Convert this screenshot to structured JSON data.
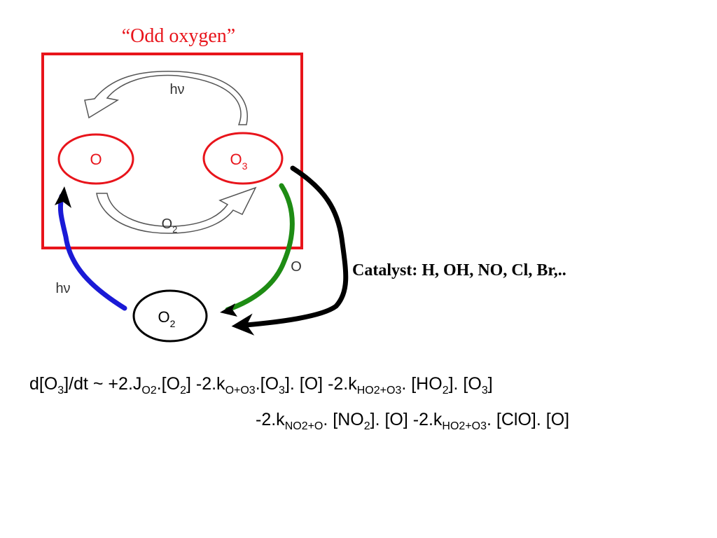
{
  "diagram": {
    "title": "“Odd oxygen”",
    "nodes": {
      "o_label": "O",
      "o3_base": "O",
      "o3_sub": "3",
      "o2_base": "O",
      "o2_sub": "2"
    },
    "arrows": {
      "top_label": "hν",
      "bottom_label_base": "O",
      "bottom_label_sub": "2",
      "left_label": "hν",
      "right_label": "O"
    },
    "catalyst": "Catalyst: H, OH, NO, Cl, Br,..",
    "colors": {
      "box": "#e8141b",
      "blue_arrow": "#1a1ad6",
      "green_arrow": "#1e8c14",
      "black_arrow": "#000000"
    }
  },
  "equation": {
    "line1": [
      {
        "t": "d[O"
      },
      {
        "s": "3"
      },
      {
        "t": "]/dt ~ +2.J"
      },
      {
        "s": "O2"
      },
      {
        "t": ".[O"
      },
      {
        "s": "2"
      },
      {
        "t": "] -2.k"
      },
      {
        "s": "O+O3"
      },
      {
        "t": ".[O"
      },
      {
        "s": "3"
      },
      {
        "t": "]. [O]  -2.k"
      },
      {
        "s": "HO2+O3"
      },
      {
        "t": ". [HO"
      },
      {
        "s": "2"
      },
      {
        "t": "]. [O"
      },
      {
        "s": "3"
      },
      {
        "t": "]"
      }
    ],
    "line2": [
      {
        "t": "-2.k"
      },
      {
        "s": "NO2+O"
      },
      {
        "t": ". [NO"
      },
      {
        "s": "2"
      },
      {
        "t": "]. [O] -2.k"
      },
      {
        "s": "HO2+O3"
      },
      {
        "t": ". [ClO]. [O]"
      }
    ]
  }
}
